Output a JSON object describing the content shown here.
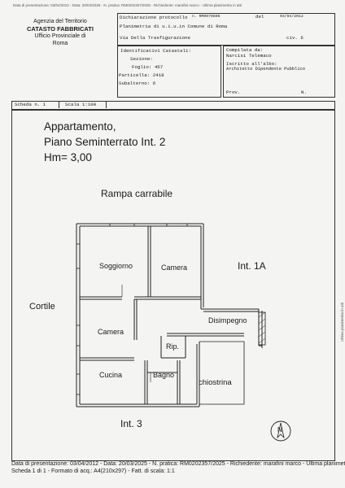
{
  "top_strip": "Data di presentazione: 03/04/2012 - Data: 20/03/2025 - N. pratica: RM0202357/2025 - Richiedente: marafini marco - Ultima planimetria in atti",
  "agency": {
    "line1": "Agenzia del Territorio",
    "line2": "CATASTO FABBRICATI",
    "line3": "Ufficio Provinciale di",
    "line4": "Roma"
  },
  "protocol": {
    "label": "Dichiarazione protocollo",
    "number": "n.  RM0070806",
    "del_label": "del",
    "date": "03/04/2012"
  },
  "planimetry": {
    "text": "Planimetria di u.i.u.in Comune di Roma"
  },
  "address": {
    "street": "Via Della Trasfigurazione",
    "civ": "civ. 6"
  },
  "identifiers": {
    "title": "Identificativi Catastali:",
    "sezione": "Sezione:",
    "foglio": "Foglio: 457",
    "particella": "Particella: 2418",
    "subalterno": "Subalterno: 6"
  },
  "compiler": {
    "title": "Compilata da:",
    "name": "Narcisi Telemaco",
    "albo": "Iscritto all'albo:",
    "role": "Architetto Dipendente Pubblico",
    "prov": "Prov.",
    "n": "N."
  },
  "scheda": {
    "label": "Scheda n. 1",
    "scale": "Scala 1:100"
  },
  "title_block": {
    "line1": "Appartamento,",
    "line2": "Piano Seminterrato Int. 2",
    "line3": "Hm= 3,00"
  },
  "labels": {
    "rampa": "Rampa carrabile",
    "cortile": "Cortile",
    "int1a": "Int. 1A",
    "int3": "Int. 3",
    "chiostrina": "chiostrina"
  },
  "rooms": {
    "soggiorno": "Soggiorno",
    "camera1": "Camera",
    "camera2": "Camera",
    "disimpegno": "Disimpegno",
    "rip": "Rip.",
    "cucina": "Cucina",
    "bagno": "Bagno"
  },
  "compass_letter": "N",
  "side_strip": "Ultima planimetria in atti",
  "footer": {
    "line1": "Data di presentazione: 03/04/2012 - Data: 20/03/2025 - N. pratica: RM0202357/2025 - Richiedente: marafini marco - Ultima planimetria in",
    "line2": "Scheda 1 di 1 - Formato di acq.: A4(210x297) - Fatt. di scala: 1:1"
  }
}
